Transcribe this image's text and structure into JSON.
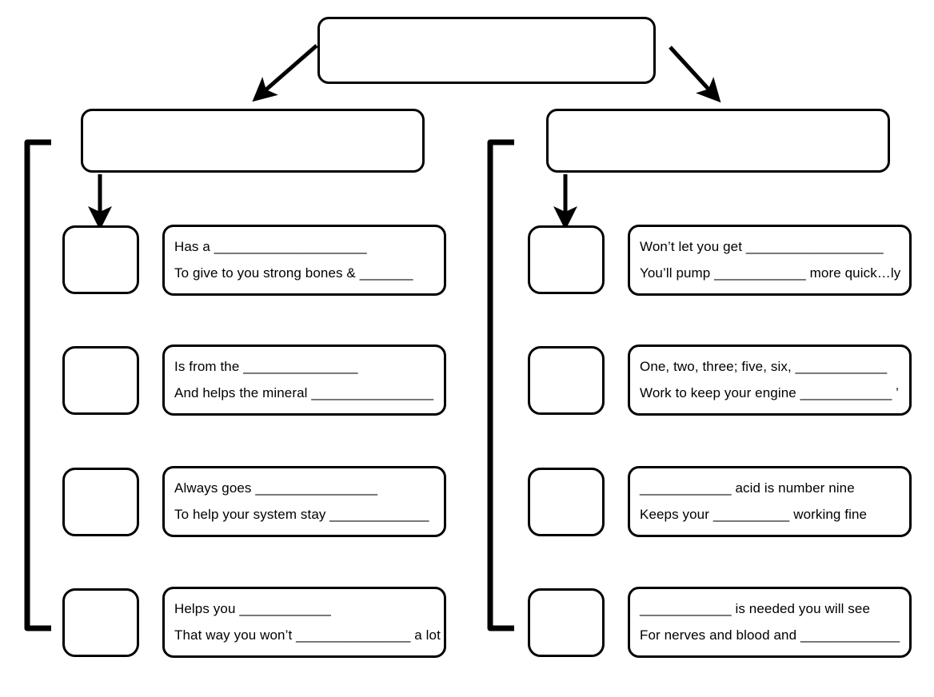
{
  "diagram": {
    "title_box": {
      "label": ""
    },
    "branches": [
      {
        "id": "left",
        "header_box": {
          "label": ""
        },
        "rows": [
          {
            "tag_box": {
              "label": ""
            },
            "lines": [
              "Has a ____________________",
              "To give to you strong bones & _______"
            ]
          },
          {
            "tag_box": {
              "label": ""
            },
            "lines": [
              "Is from the _______________",
              "And helps the mineral ________________"
            ]
          },
          {
            "tag_box": {
              "label": ""
            },
            "lines": [
              "Always goes ________________",
              "To help your system stay _____________"
            ]
          },
          {
            "tag_box": {
              "label": ""
            },
            "lines": [
              "Helps you ____________",
              "That way you won’t _______________ a lot"
            ]
          }
        ]
      },
      {
        "id": "right",
        "header_box": {
          "label": ""
        },
        "rows": [
          {
            "tag_box": {
              "label": ""
            },
            "lines": [
              "Won’t let you get __________________",
              "You’ll pump ____________ more quick…ly"
            ]
          },
          {
            "tag_box": {
              "label": ""
            },
            "lines": [
              "One, two, three; five, six, ____________",
              "Work to keep your engine ____________ ’"
            ]
          },
          {
            "tag_box": {
              "label": ""
            },
            "lines": [
              "____________ acid is number nine",
              "Keeps your __________ working fine"
            ]
          },
          {
            "tag_box": {
              "label": ""
            },
            "lines": [
              "____________ is needed you will see",
              "For nerves and blood and _____________"
            ]
          }
        ]
      }
    ]
  },
  "style": {
    "stroke_color": "#000000",
    "background_color": "#ffffff"
  }
}
